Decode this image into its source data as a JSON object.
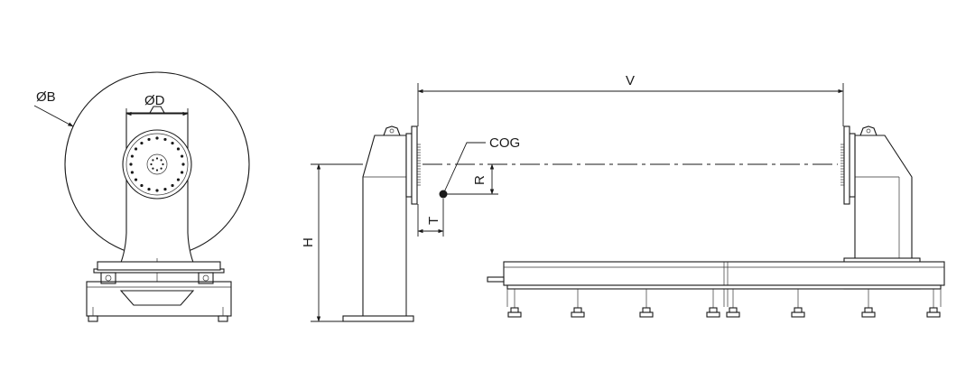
{
  "labels": {
    "dia_b": "ØB",
    "dia_d": "ØD",
    "v": "V",
    "cog": "COG",
    "r": "R",
    "t": "T",
    "h": "H"
  }
}
